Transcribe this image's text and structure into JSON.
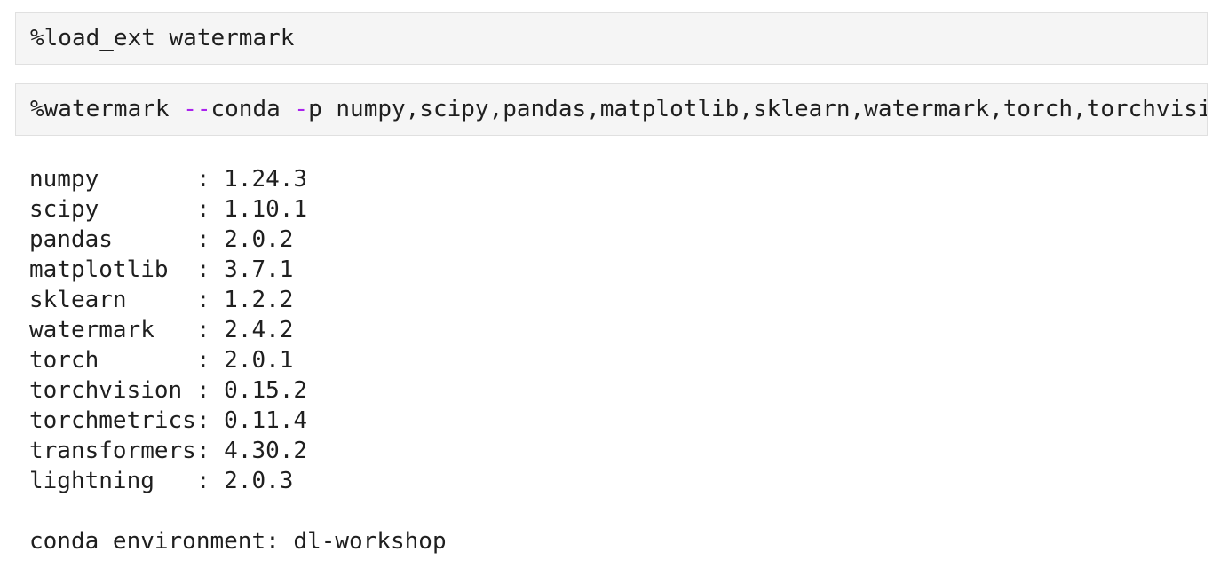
{
  "notebook": {
    "colors": {
      "page_background": "#ffffff",
      "cell_background": "#f5f5f5",
      "cell_border": "#e0e0e0",
      "code_text": "#1f1f1f",
      "operator": "#aa22ee"
    },
    "cells": [
      {
        "id": "cell-1",
        "tokens": [
          {
            "type": "default",
            "text": "%load_ext watermark"
          }
        ]
      },
      {
        "id": "cell-2",
        "tokens": [
          {
            "type": "default",
            "text": "%watermark "
          },
          {
            "type": "operator",
            "text": "--"
          },
          {
            "type": "default",
            "text": "conda "
          },
          {
            "type": "operator",
            "text": "-"
          },
          {
            "type": "default",
            "text": "p numpy,scipy,pandas,matplotlib,sklearn,watermark,torch,torchvisi"
          }
        ]
      }
    ],
    "output": {
      "name_column_width": 12,
      "packages": [
        {
          "name": "numpy",
          "version": "1.24.3"
        },
        {
          "name": "scipy",
          "version": "1.10.1"
        },
        {
          "name": "pandas",
          "version": "2.0.2"
        },
        {
          "name": "matplotlib",
          "version": "3.7.1"
        },
        {
          "name": "sklearn",
          "version": "1.2.2"
        },
        {
          "name": "watermark",
          "version": "2.4.2"
        },
        {
          "name": "torch",
          "version": "2.0.1"
        },
        {
          "name": "torchvision",
          "version": "0.15.2"
        },
        {
          "name": "torchmetrics",
          "version": "0.11.4"
        },
        {
          "name": "transformers",
          "version": "4.30.2"
        },
        {
          "name": "lightning",
          "version": "2.0.3"
        }
      ],
      "env_label": "conda environment",
      "env_value": "dl-workshop"
    }
  }
}
